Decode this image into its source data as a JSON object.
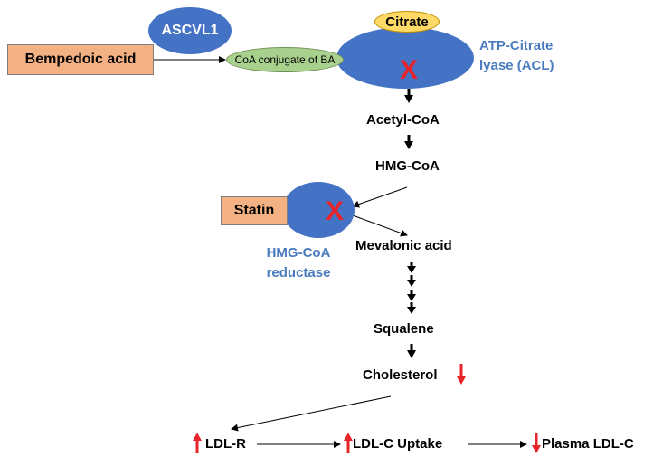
{
  "nodes": {
    "ascvl1": "ASCVL1",
    "bempedoic_acid": "Bempedoic acid",
    "coa_conjugate": "CoA conjugate of BA",
    "citrate": "Citrate",
    "acl_line1": "ATP-Citrate",
    "acl_line2": "lyase (ACL)",
    "acetyl_coa": "Acetyl-CoA",
    "hmg_coa": "HMG-CoA",
    "statin": "Statin",
    "hmgcr_line1": "HMG-CoA",
    "hmgcr_line2": "reductase",
    "mevalonic_acid": "Mevalonic acid",
    "squalene": "Squalene",
    "cholesterol": "Cholesterol",
    "ldl_r": "LDL-R",
    "ldl_c_uptake": "LDL-C Uptake",
    "plasma_ldl_c": "Plasma LDL-C"
  },
  "inhibition_mark": "X",
  "colors": {
    "enzyme_blue": "#4472c4",
    "enzyme_label_blue": "#4a7bbf",
    "drug_box_orange": "#f4b183",
    "conjugate_green": "#a9d18e",
    "citrate_yellow": "#ffd966",
    "inhibition_red": "#e8232a"
  }
}
